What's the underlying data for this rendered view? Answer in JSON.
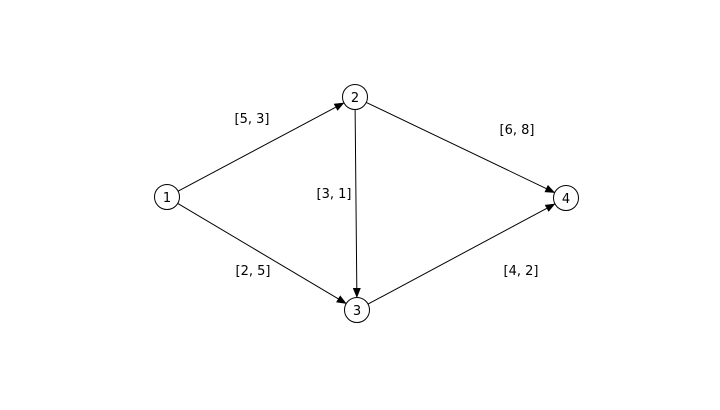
{
  "diagram": {
    "type": "directed-graph",
    "colors": {
      "stroke": "#000000",
      "node_fill": "#ffffff",
      "background": "#ffffff"
    },
    "nodes": [
      {
        "id": "1",
        "label": "1"
      },
      {
        "id": "2",
        "label": "2"
      },
      {
        "id": "3",
        "label": "3"
      },
      {
        "id": "4",
        "label": "4"
      }
    ],
    "edges": [
      {
        "from": "1",
        "to": "2",
        "label": "[5, 3]"
      },
      {
        "from": "1",
        "to": "3",
        "label": "[2, 5]"
      },
      {
        "from": "2",
        "to": "3",
        "label": "[3, 1]"
      },
      {
        "from": "2",
        "to": "4",
        "label": "[6, 8]"
      },
      {
        "from": "3",
        "to": "4",
        "label": "[4, 2]"
      }
    ]
  }
}
